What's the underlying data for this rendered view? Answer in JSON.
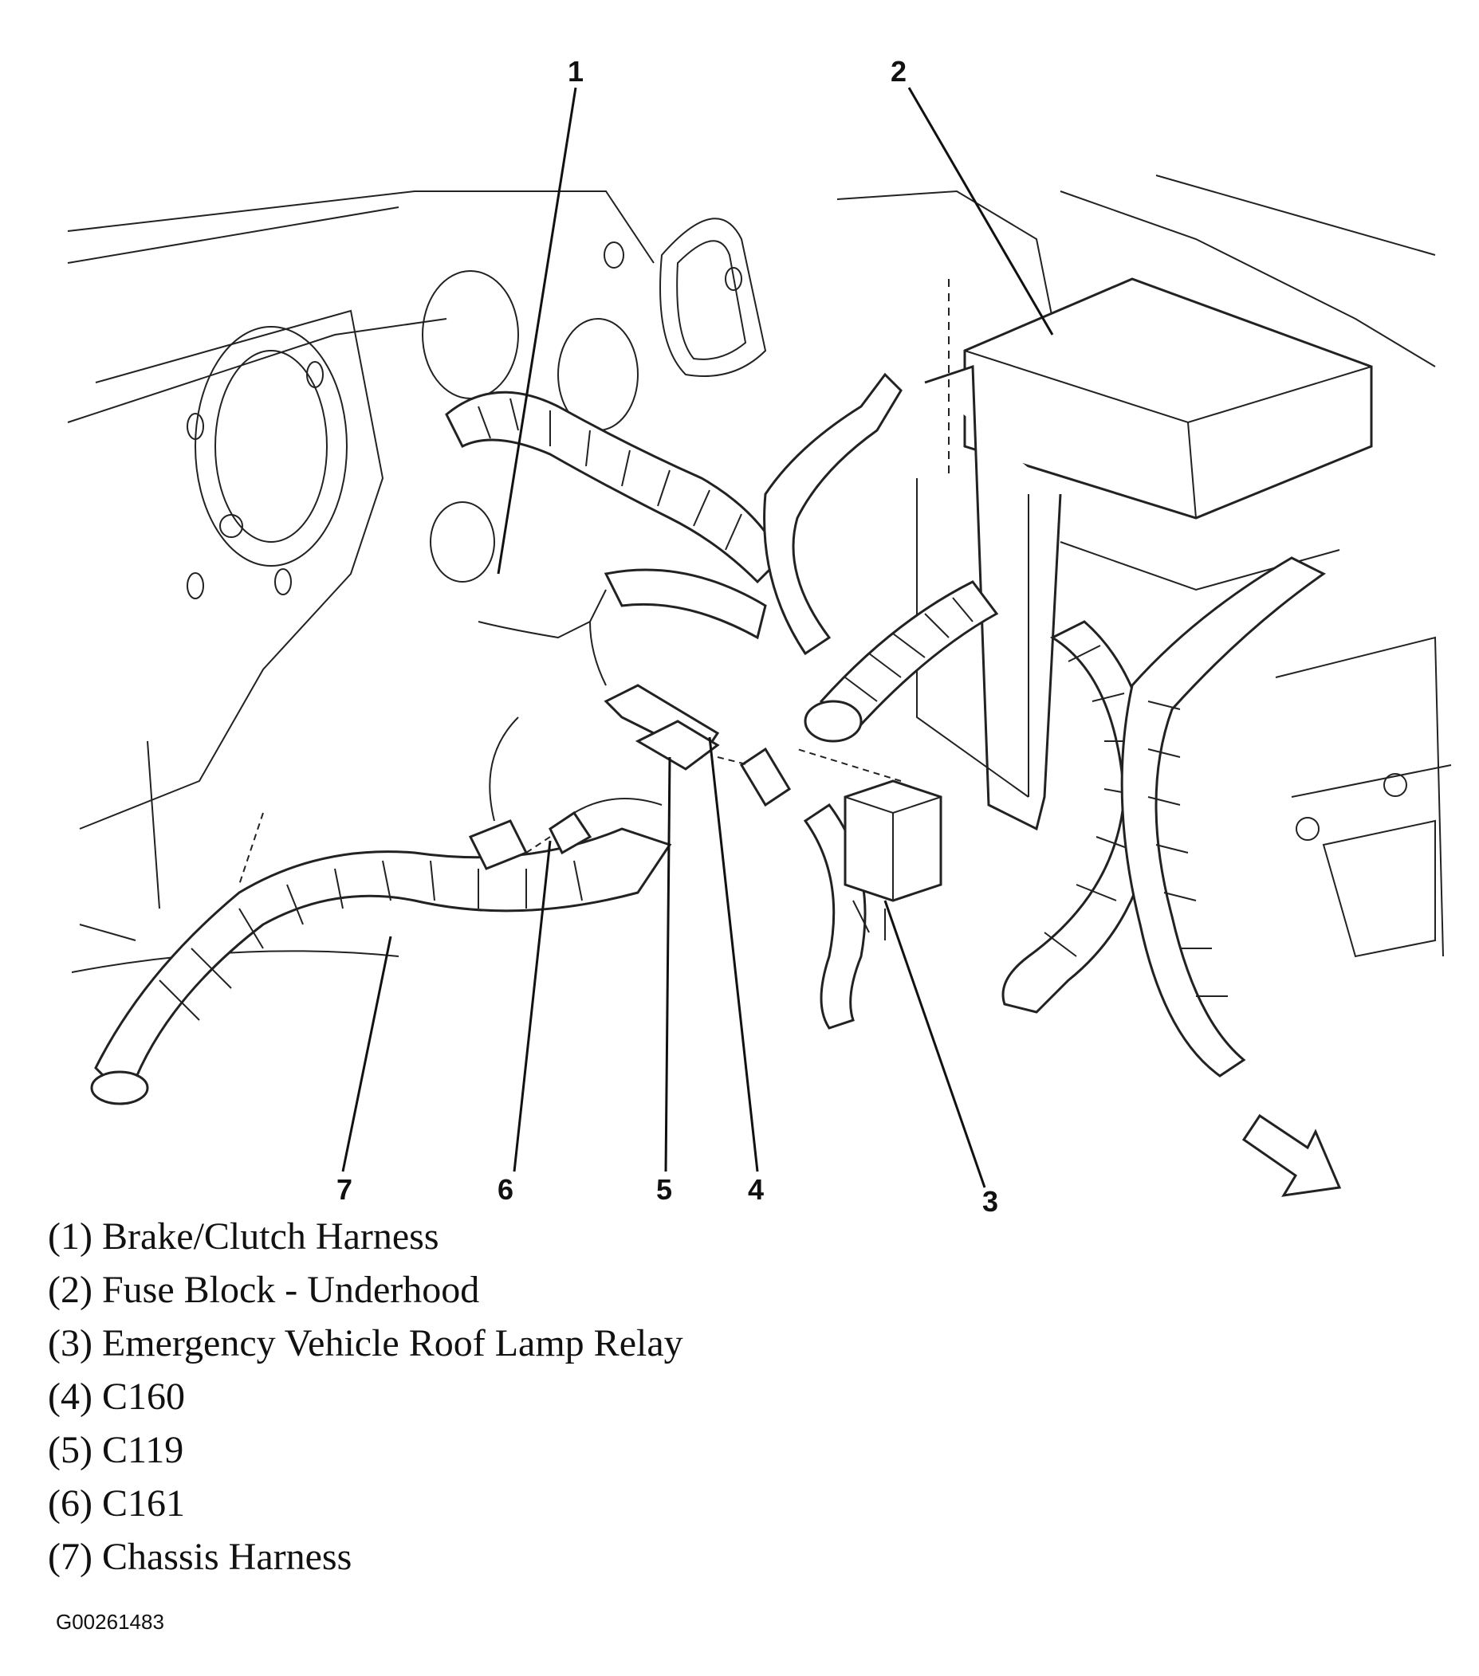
{
  "callouts": [
    "1",
    "2",
    "3",
    "4",
    "5",
    "6",
    "7"
  ],
  "legend": [
    "(1) Brake/Clutch Harness",
    "(2) Fuse Block - Underhood",
    "(3) Emergency Vehicle Roof Lamp Relay",
    "(4) C160",
    "(5) C119",
    "(6) C161",
    "(7) Chassis Harness"
  ],
  "figure_id": "G00261483"
}
